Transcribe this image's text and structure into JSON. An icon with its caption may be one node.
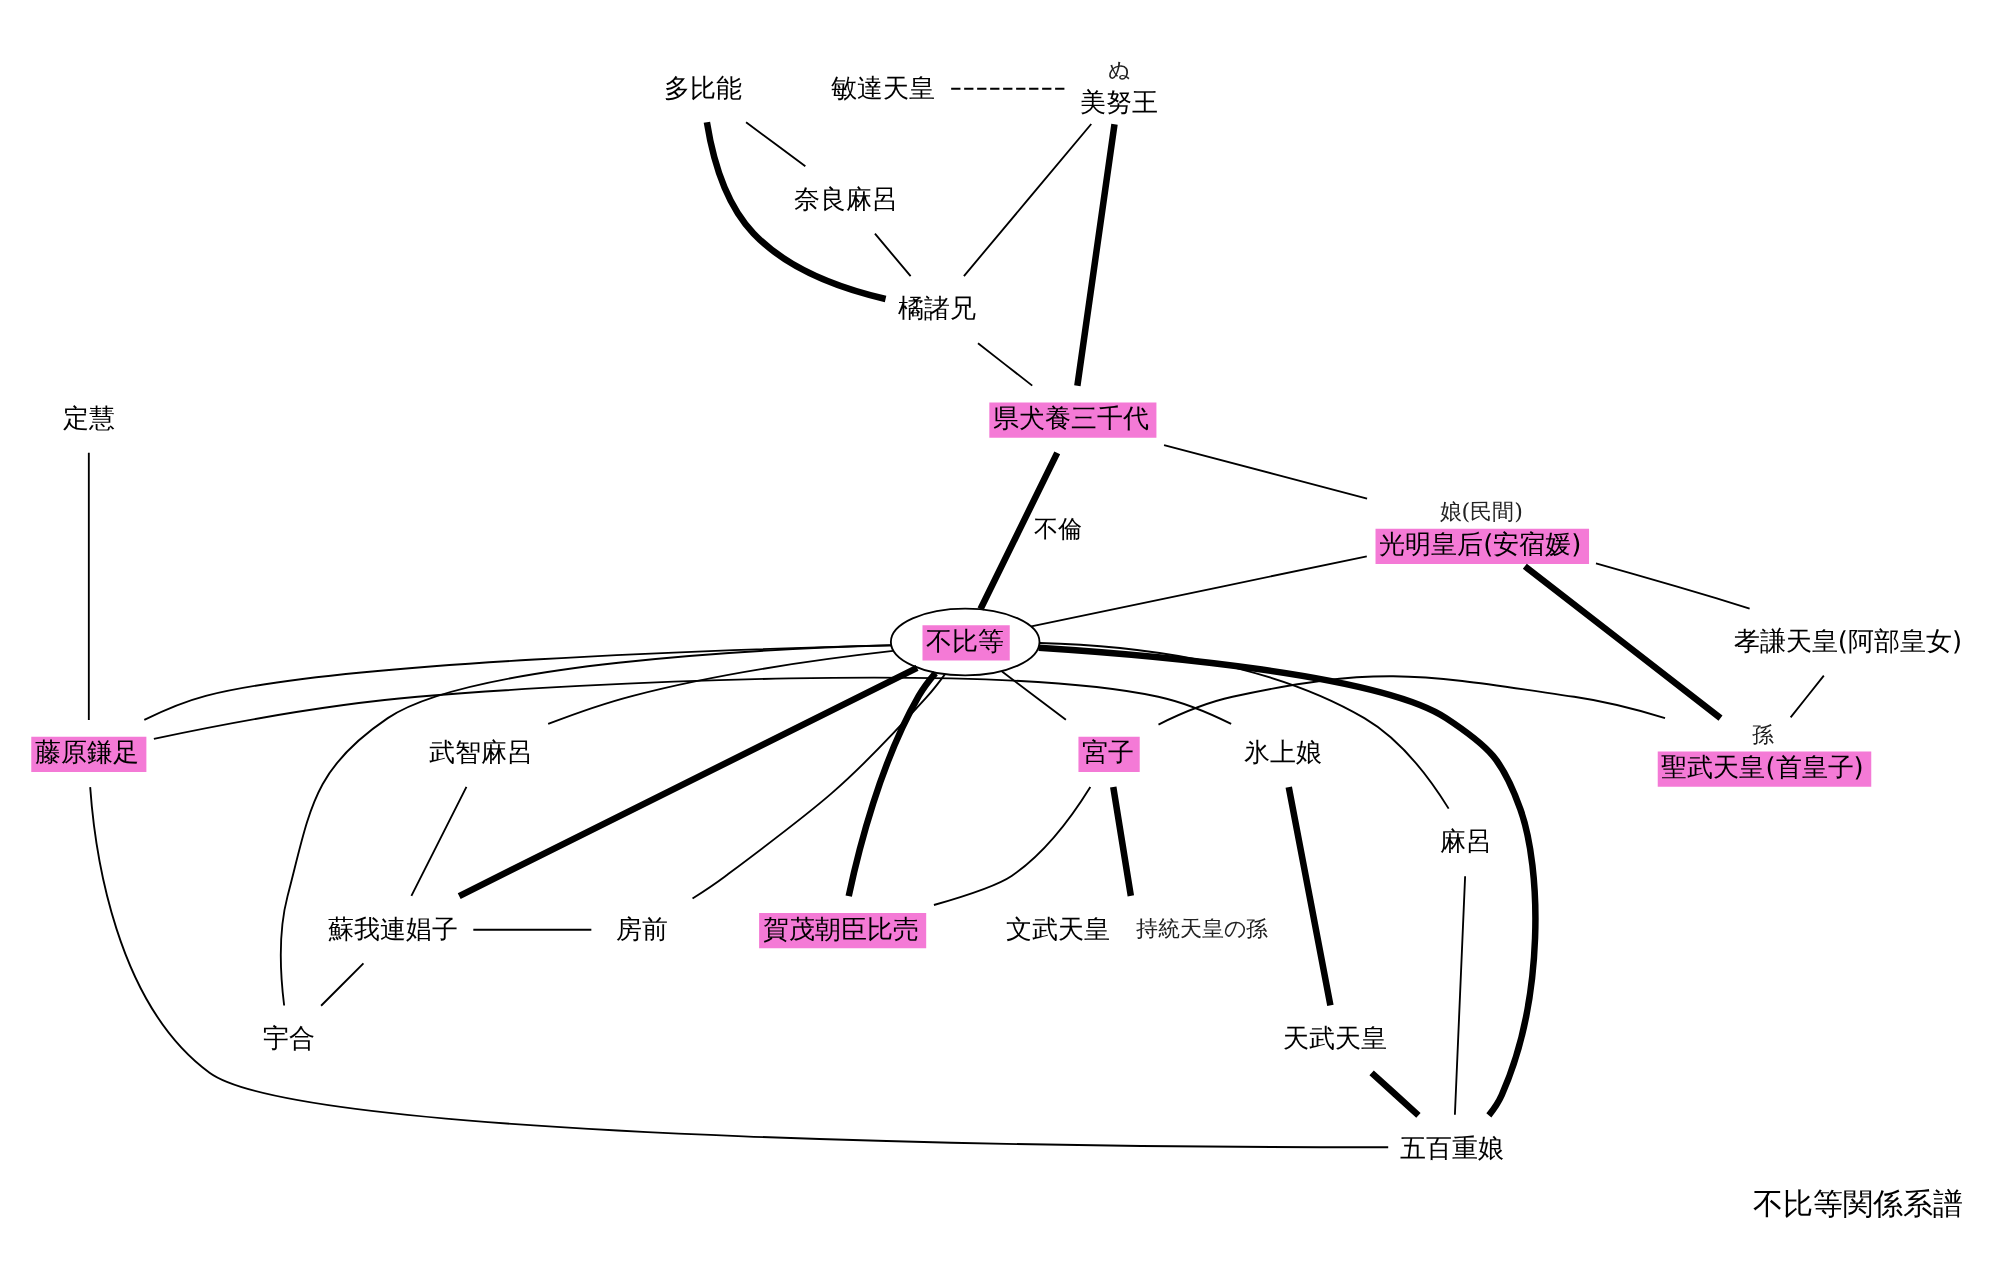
{
  "diagram": {
    "title": "不比等関係系譜",
    "nodes": [
      {
        "text": [
          "敏達天皇"
        ]
      },
      {
        "text": [
          "美努王"
        ],
        "beside": [
          "ぬ"
        ]
      },
      {
        "text": [
          "多比能"
        ]
      },
      {
        "text": [
          "奈良麻呂"
        ]
      },
      {
        "text": [
          "橘諸兄"
        ]
      },
      {
        "text": [
          "定慧"
        ]
      },
      {
        "text": [
          "県犬養三千代"
        ]
      },
      {
        "text": [
          "光明皇后(安宿媛)"
        ],
        "beside": [
          "娘(民間)"
        ]
      },
      {
        "text": [
          "不比等"
        ]
      },
      {
        "text": [
          "孝謙天皇(阿部皇女)"
        ]
      },
      {
        "text": [
          "宮子"
        ]
      },
      {
        "text": [
          "聖武天皇(首皇子)"
        ],
        "beside": [
          "孫"
        ]
      },
      {
        "text": [
          "文武天皇"
        ],
        "beside": [
          "持統天皇の孫"
        ]
      },
      {
        "text": [
          "賀茂朝臣比売"
        ]
      },
      {
        "text": [
          "藤原鎌足"
        ]
      },
      {
        "text": [
          "氷上娘"
        ]
      },
      {
        "text": [
          "天武天皇"
        ]
      },
      {
        "text": [
          "蘇我連娼子"
        ]
      },
      {
        "text": [
          "武智麻呂"
        ]
      },
      {
        "text": [
          "房前"
        ]
      },
      {
        "text": [
          "宇合"
        ]
      },
      {
        "text": [
          "麻呂"
        ]
      },
      {
        "text": [
          "五百重娘"
        ]
      }
    ],
    "edges": [
      {
        "from": 0,
        "to": 1,
        "arrow": "none",
        "style": "dashed"
      },
      {
        "from": 1,
        "to": 6,
        "arrow": "none",
        "style": "thick"
      },
      {
        "from": 1,
        "to": 4,
        "arrow": "none"
      },
      {
        "from": 4,
        "to": 6,
        "arrow": "none"
      },
      {
        "from": 2,
        "to": 4,
        "arrow": "none",
        "style": "thick"
      },
      {
        "from": 2,
        "to": 3,
        "arrow": "none"
      },
      {
        "from": 3,
        "to": 4,
        "arrow": "none"
      },
      {
        "from": 6,
        "to": 8,
        "arrow": "none",
        "style": "thick",
        "label": "不倫"
      },
      {
        "from": 6,
        "to": 7,
        "arrow": "none"
      },
      {
        "from": 7,
        "to": 8,
        "arrow": "none"
      },
      {
        "from": 7,
        "to": 11,
        "arrow": "none",
        "style": "thick"
      },
      {
        "from": 7,
        "to": 9,
        "arrow": "none"
      },
      {
        "from": 9,
        "to": 11,
        "arrow": "none"
      },
      {
        "from": 5,
        "to": 14,
        "arrow": "none"
      },
      {
        "from": 8,
        "to": 14,
        "arrow": "none"
      },
      {
        "from": 14,
        "to": 15,
        "arrow": "none"
      },
      {
        "from": 14,
        "to": 22,
        "arrow": "none"
      },
      {
        "from": 8,
        "to": 13,
        "arrow": "none",
        "style": "thick"
      },
      {
        "from": 8,
        "to": 10,
        "arrow": "none"
      },
      {
        "from": 10,
        "to": 13,
        "arrow": "none"
      },
      {
        "from": 10,
        "to": 12,
        "arrow": "none",
        "style": "thick"
      },
      {
        "from": 10,
        "to": 11,
        "arrow": "none"
      },
      {
        "from": 8,
        "to": 17,
        "arrow": "none",
        "style": "thick"
      },
      {
        "from": 8,
        "to": 18,
        "arrow": "none"
      },
      {
        "from": 8,
        "to": 19,
        "arrow": "none"
      },
      {
        "from": 8,
        "to": 20,
        "arrow": "none"
      },
      {
        "from": 18,
        "to": 17,
        "arrow": "none"
      },
      {
        "from": 17,
        "to": 19,
        "arrow": "none"
      },
      {
        "from": 17,
        "to": 20,
        "arrow": "none"
      },
      {
        "from": 8,
        "to": 22,
        "arrow": "none",
        "style": "thick"
      },
      {
        "from": 8,
        "to": 21,
        "arrow": "none"
      },
      {
        "from": 21,
        "to": 22,
        "arrow": "none"
      },
      {
        "from": 15,
        "to": 16,
        "arrow": "none",
        "style": "thick"
      },
      {
        "from": 16,
        "to": 22,
        "arrow": "none",
        "style": "thick"
      }
    ]
  }
}
